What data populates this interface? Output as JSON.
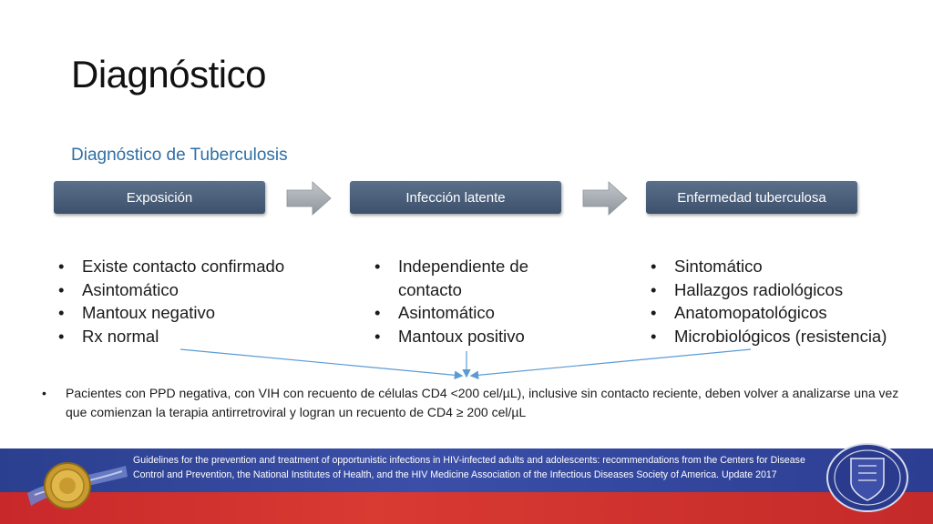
{
  "slide": {
    "title": "Diagnóstico",
    "subtitle": "Diagnóstico de Tuberculosis"
  },
  "stages": [
    {
      "label": "Exposición"
    },
    {
      "label": "Infección latente"
    },
    {
      "label": "Enfermedad tuberculosa"
    }
  ],
  "columns": [
    {
      "items": [
        "Existe contacto confirmado",
        "Asintomático",
        "Mantoux negativo",
        "Rx normal"
      ]
    },
    {
      "items": [
        "Independiente de contacto",
        "Asintomático",
        "Mantoux positivo"
      ]
    },
    {
      "items": [
        "Sintomático",
        "Hallazgos radiológicos",
        "Anatomopatológicos",
        "Microbiológicos (resistencia)"
      ]
    }
  ],
  "note": "Pacientes con PPD negativa, con VIH con recuento de células CD4 <200 cel/µL), inclusive sin contacto reciente, deben volver a analizarse una vez que comienzan la terapia antirretroviral y logran un recuento de CD4 ≥ 200 cel/µL",
  "footer": {
    "reference": "Guidelines for the prevention and treatment of opportunistic infections in HIV-infected adults and adolescents: recommendations from the Centers for Disease Control and Prevention, the National Institutes of Health, and the HIV Medicine Association of the Infectious Diseases Society of America. Update 2017"
  },
  "colors": {
    "stage_box": "#4a5e7a",
    "subtitle": "#2e6fa5",
    "arrow": "#9aa0a8",
    "connector": "#5b9bd5",
    "footer_blue": "#34489c",
    "footer_red": "#cf2f2e"
  },
  "icons": [
    "chevron-arrow-icon",
    "medal-logo",
    "university-crest-logo"
  ]
}
